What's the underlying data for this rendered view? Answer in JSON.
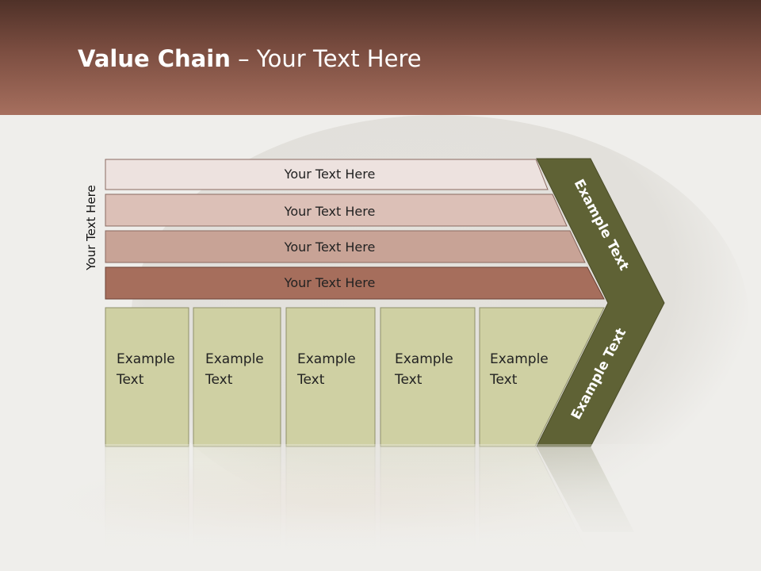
{
  "slide": {
    "title_bold": "Value Chain",
    "title_rest": " – Your Text Here",
    "side_label": "Your Text Here",
    "support_rows": [
      {
        "text": "Your Text Here",
        "color": "#ede2df"
      },
      {
        "text": "Your Text Here",
        "color": "#dcc0b7"
      },
      {
        "text": "Your Text Here",
        "color": "#c8a396"
      },
      {
        "text": "Your Text Here",
        "color": "#a66e5c"
      }
    ],
    "primary_boxes": [
      {
        "line1": "Example",
        "line2": "Text"
      },
      {
        "line1": "Example",
        "line2": "Text"
      },
      {
        "line1": "Example",
        "line2": "Text"
      },
      {
        "line1": "Example",
        "line2": "Text"
      },
      {
        "line1": "Example",
        "line2": "Text"
      }
    ],
    "arrow_upper_text": "Example Text",
    "arrow_lower_text": "Example Text"
  },
  "colors": {
    "box_fill": "#cfd0a3",
    "arrow_fill": "#5f6235",
    "header_dark": "#4f3128",
    "header_light": "#a66f5e"
  }
}
